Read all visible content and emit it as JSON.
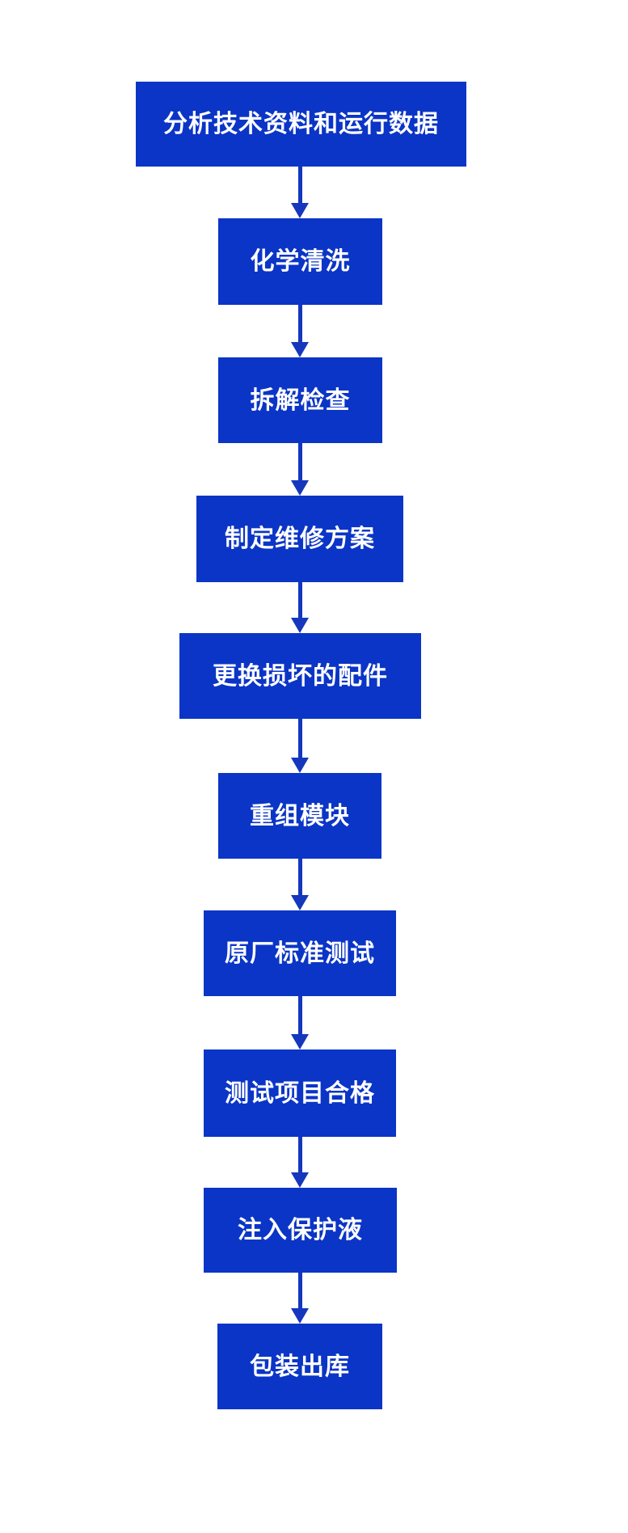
{
  "flowchart": {
    "type": "vertical-process-flow",
    "colors": {
      "box_fill": "#0b35c6",
      "arrow": "#1537bd",
      "text": "#ffffff",
      "background": "#ffffff"
    },
    "steps": [
      {
        "label": "分析技术资料和运行数据"
      },
      {
        "label": "化学清洗"
      },
      {
        "label": "拆解检查"
      },
      {
        "label": "制定维修方案"
      },
      {
        "label": "更换损坏的配件"
      },
      {
        "label": "重组模块"
      },
      {
        "label": "原厂标准测试"
      },
      {
        "label": "测试项目合格"
      },
      {
        "label": "注入保护液"
      },
      {
        "label": "包装出库"
      }
    ]
  }
}
